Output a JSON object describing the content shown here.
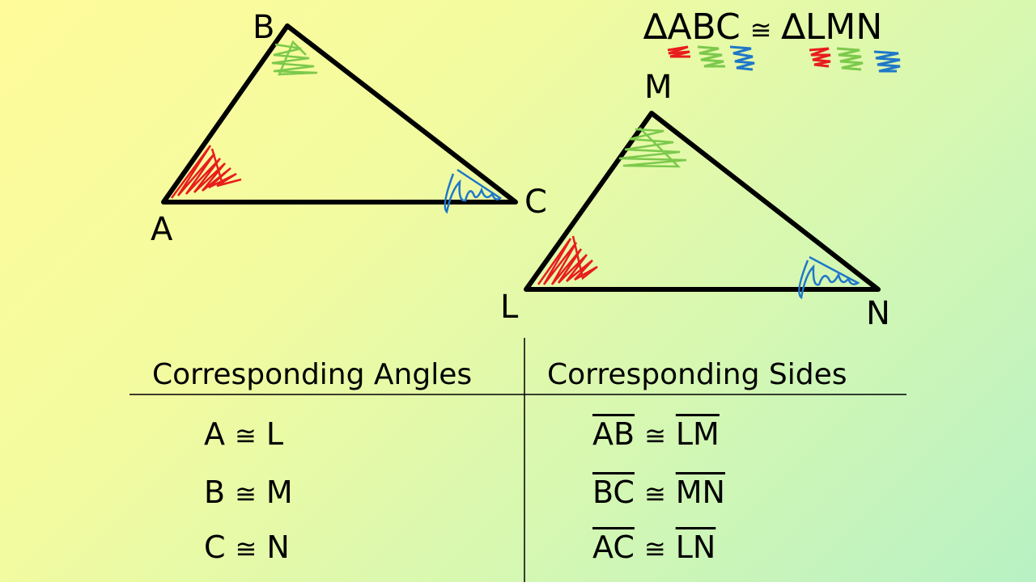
{
  "title": {
    "left_triangle": "ABC",
    "symbol": "≅",
    "right_triangle": "LMN",
    "prefix": "∆"
  },
  "vertices": {
    "A": "A",
    "B": "B",
    "C": "C",
    "L": "L",
    "M": "M",
    "N": "N"
  },
  "headers": {
    "angles": "Corresponding Angles",
    "sides": "Corresponding Sides"
  },
  "angle_marker_glyph": "",
  "congruent_symbol": "≅",
  "angles": [
    {
      "left": "A",
      "right": "L"
    },
    {
      "left": "B",
      "right": "M"
    },
    {
      "left": "C",
      "right": "N"
    }
  ],
  "sides": [
    {
      "left": "AB",
      "right": "LM"
    },
    {
      "left": "BC",
      "right": "MN"
    },
    {
      "left": "AC",
      "right": "LN"
    }
  ],
  "colors": {
    "angle_A_L": "#e81d1d",
    "angle_B_M": "#7cc94c",
    "angle_C_N": "#1f77c9",
    "lines": "#000000"
  }
}
